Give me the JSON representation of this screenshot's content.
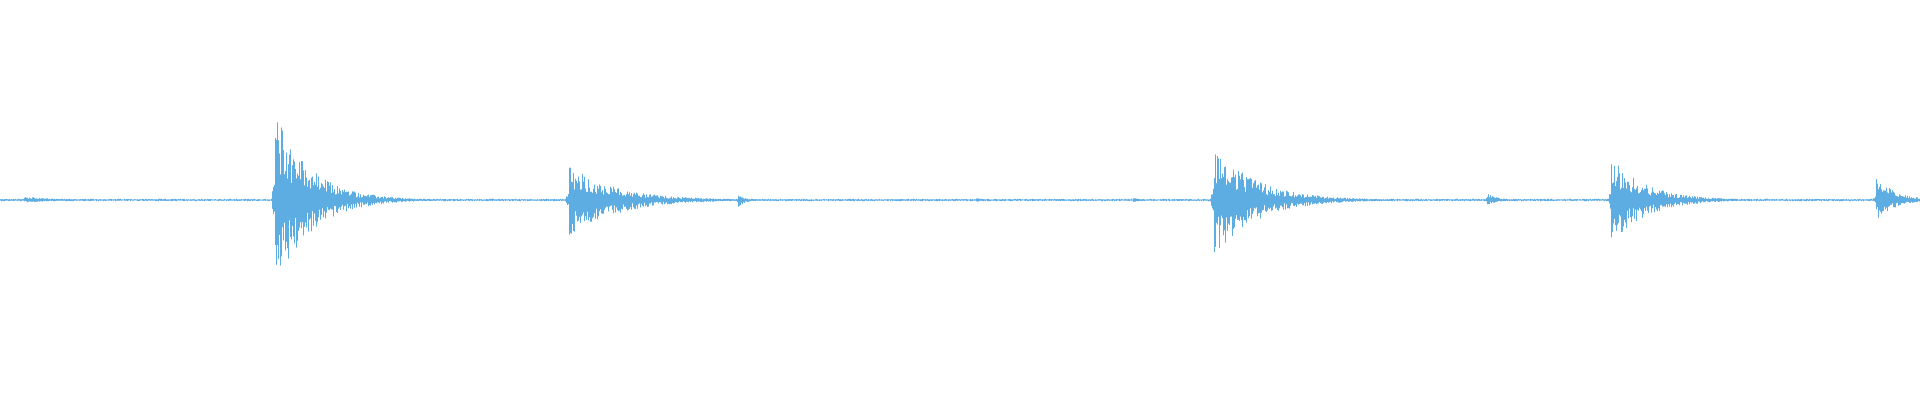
{
  "waveform": {
    "color": "#5dade2",
    "background": "#ffffff",
    "baseline_amplitude": 0.004,
    "duration_fraction_events": [
      {
        "name": "burst-start",
        "at": 0.012,
        "peak_up": 0.025,
        "peak_down": 0.02,
        "decay": 0.018,
        "density": 0.6
      },
      {
        "name": "burst-0",
        "at": 0.143,
        "peak_up": 0.45,
        "peak_down": 0.46,
        "decay": 0.018,
        "density": 1.0
      },
      {
        "name": "burst-1",
        "at": 0.296,
        "peak_up": 0.19,
        "peak_down": 0.21,
        "decay": 0.024,
        "density": 0.9
      },
      {
        "name": "burst-2",
        "at": 0.326,
        "peak_up": 0.04,
        "peak_down": 0.03,
        "decay": 0.008,
        "density": 0.6
      },
      {
        "name": "burst-3",
        "at": 0.384,
        "peak_up": 0.04,
        "peak_down": 0.06,
        "decay": 0.004,
        "density": 0.5
      },
      {
        "name": "burst-4",
        "at": 0.508,
        "peak_up": 0.02,
        "peak_down": 0.02,
        "decay": 0.004,
        "density": 0.4
      },
      {
        "name": "burst-5",
        "at": 0.59,
        "peak_up": 0.02,
        "peak_down": 0.02,
        "decay": 0.006,
        "density": 0.4
      },
      {
        "name": "burst-6",
        "at": 0.632,
        "peak_up": 0.28,
        "peak_down": 0.29,
        "decay": 0.022,
        "density": 0.95
      },
      {
        "name": "burst-7",
        "at": 0.774,
        "peak_up": 0.05,
        "peak_down": 0.04,
        "decay": 0.006,
        "density": 0.6
      },
      {
        "name": "burst-8",
        "at": 0.839,
        "peak_up": 0.23,
        "peak_down": 0.24,
        "decay": 0.018,
        "density": 0.9
      },
      {
        "name": "burst-9",
        "at": 0.977,
        "peak_up": 0.14,
        "peak_down": 0.12,
        "decay": 0.01,
        "density": 0.8
      }
    ]
  }
}
